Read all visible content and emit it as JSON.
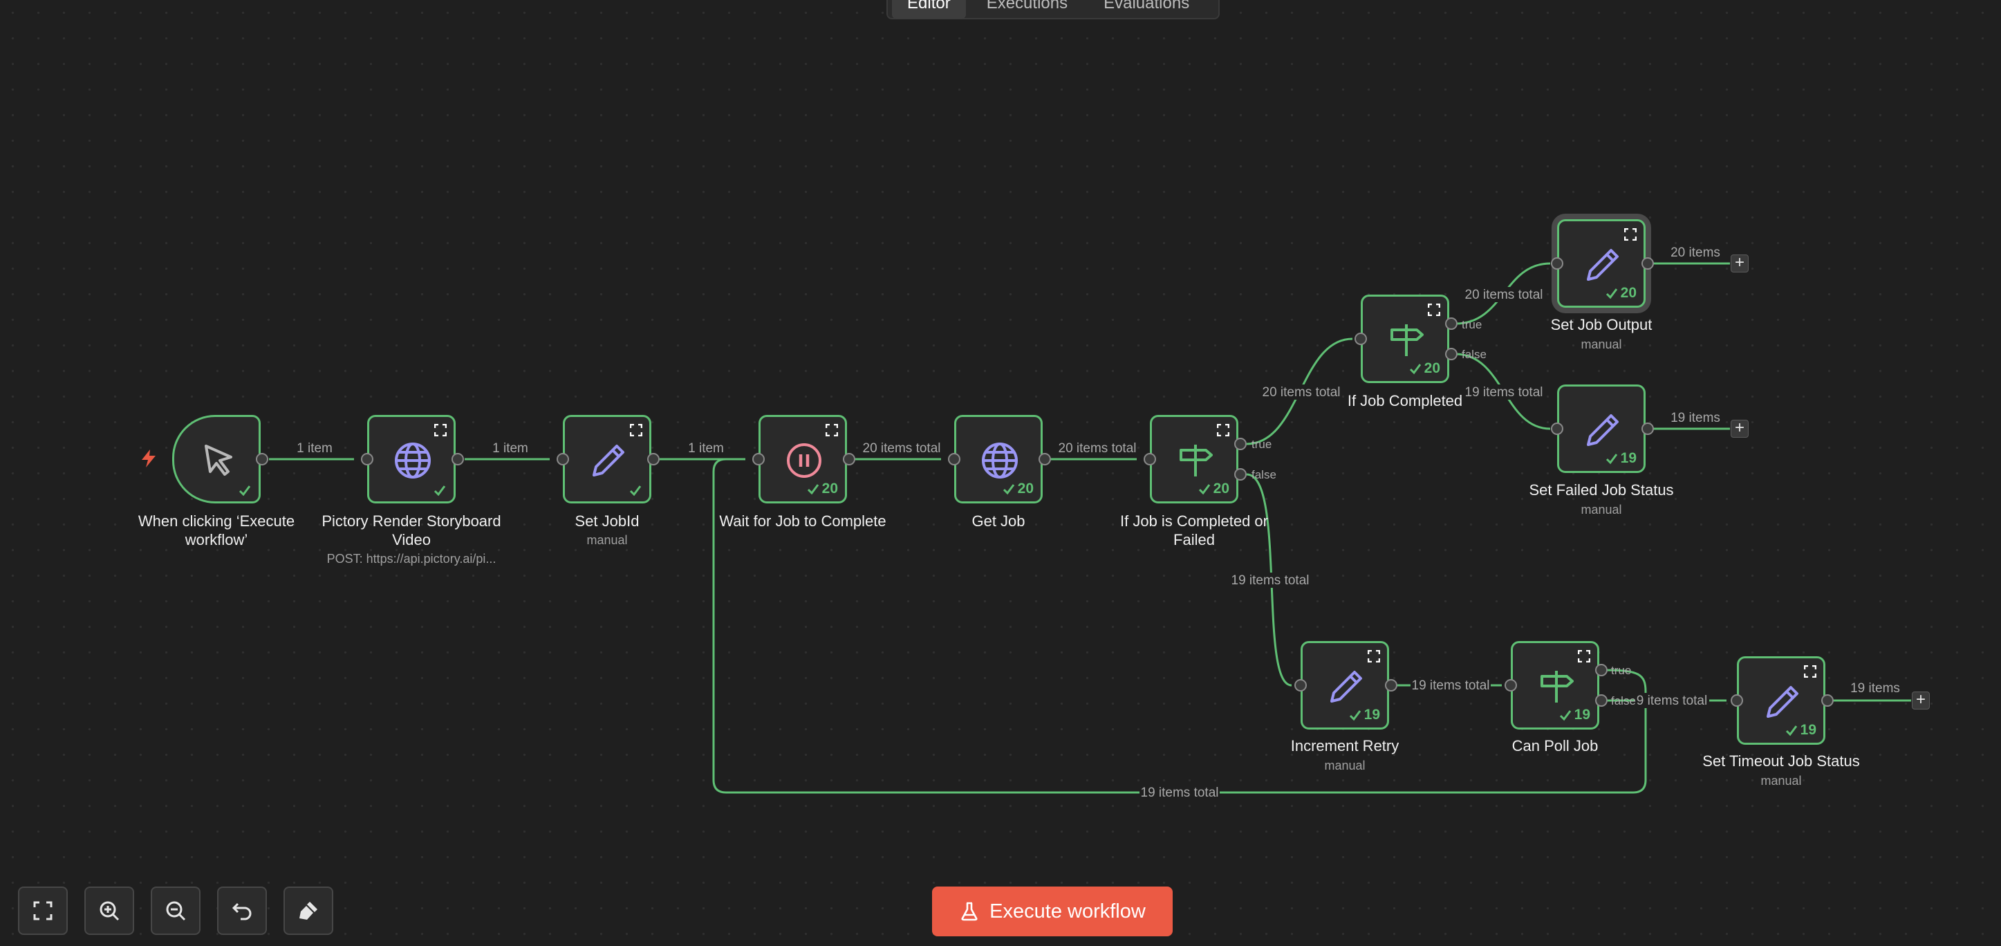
{
  "tabs": [
    {
      "label": "Editor",
      "active": true
    },
    {
      "label": "Executions",
      "active": false
    },
    {
      "label": "Evaluations",
      "active": false
    }
  ],
  "nodes": {
    "trigger": {
      "title": "When clicking ‘Execute workflow’",
      "icon": "cursor-icon"
    },
    "pictory": {
      "title": "Pictory Render Storyboard Video",
      "subtitle": "POST: https://api.pictory.ai/pi...",
      "icon": "globe-icon"
    },
    "set_jobid": {
      "title": "Set JobId",
      "subtitle": "manual",
      "icon": "pencil-icon"
    },
    "wait": {
      "title": "Wait for Job to Complete",
      "count": "20",
      "icon": "pause-icon"
    },
    "get_job": {
      "title": "Get Job",
      "count": "20",
      "icon": "globe-icon"
    },
    "if_completed_failed": {
      "title": "If Job is Completed or Failed",
      "count": "20",
      "icon": "signpost-icon"
    },
    "if_completed": {
      "title": "If Job Completed",
      "count": "20",
      "icon": "signpost-icon"
    },
    "set_output": {
      "title": "Set Job Output",
      "subtitle": "manual",
      "count": "20",
      "icon": "pencil-icon"
    },
    "set_failed": {
      "title": "Set Failed Job Status",
      "subtitle": "manual",
      "count": "19",
      "icon": "pencil-icon"
    },
    "increment": {
      "title": "Increment Retry",
      "subtitle": "manual",
      "count": "19",
      "icon": "pencil-icon"
    },
    "can_poll": {
      "title": "Can Poll Job",
      "count": "19",
      "icon": "signpost-icon"
    },
    "set_timeout": {
      "title": "Set Timeout Job Status",
      "subtitle": "manual",
      "count": "19",
      "icon": "pencil-icon"
    }
  },
  "edges": {
    "e1": "1 item",
    "e2": "1 item",
    "e3": "1 item",
    "e4": "20 items total",
    "e5": "20 items total",
    "e6": "20 items total",
    "e7": "20 items total",
    "e8": "19 items total",
    "e9": "20 items",
    "e10": "19 items",
    "e11": "19 items total",
    "e12": "19 items total",
    "e13": "9 items total",
    "e14": "19 items",
    "e15": "19 items total"
  },
  "ports": {
    "true": "true",
    "false": "false"
  },
  "toolbar": {
    "controls": [
      "fit-view-icon",
      "zoom-in-icon",
      "zoom-out-icon",
      "undo-icon",
      "clear-icon"
    ],
    "execute_label": "Execute workflow"
  },
  "colors": {
    "accent": "#5fbf74",
    "execute": "#eb5a44",
    "icon_purple": "#9a96f4",
    "icon_pink": "#f08a9a",
    "background": "#1f1f1f"
  }
}
